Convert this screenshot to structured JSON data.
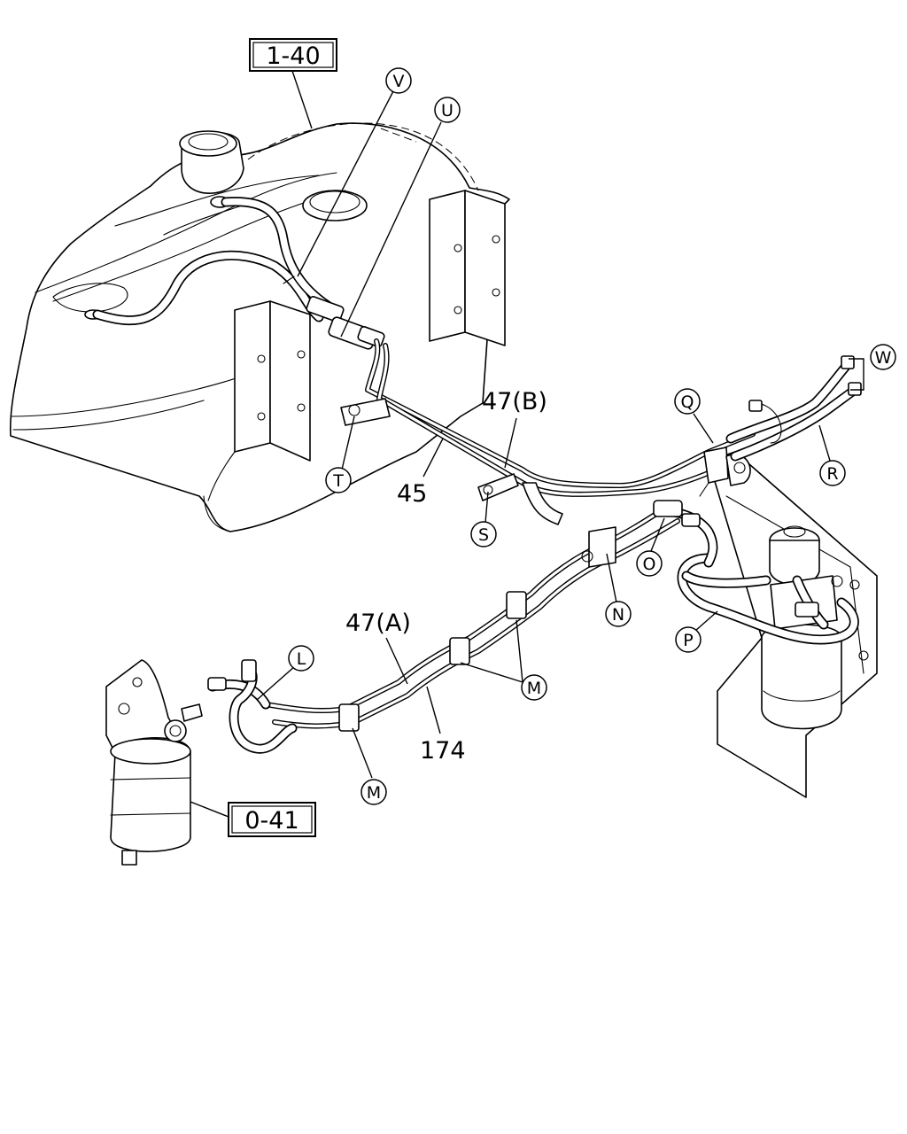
{
  "diagram": {
    "ref_boxes": {
      "fuel_tank_ref": "1-40",
      "fuel_filter_ref": "0-41"
    },
    "part_numbers": {
      "pipe_45": "45",
      "pipe_47b": "47(B)",
      "pipe_47a": "47(A)",
      "hose_174": "174"
    },
    "callouts": {
      "V": "V",
      "U": "U",
      "T": "T",
      "S": "S",
      "Q": "Q",
      "W": "W",
      "R": "R",
      "O": "O",
      "N": "N",
      "P": "P",
      "L": "L",
      "M_center": "M",
      "M_lower": "M"
    }
  }
}
